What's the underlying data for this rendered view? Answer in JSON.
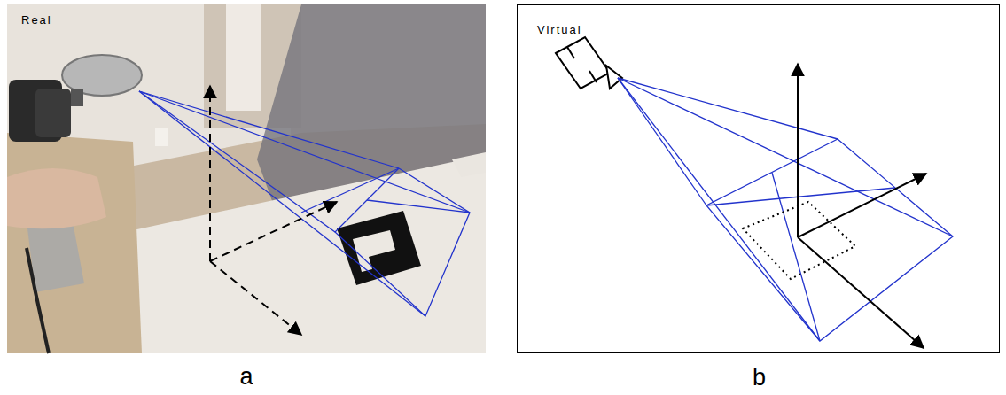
{
  "diagram": {
    "nodes": [
      {
        "text": [
          "Real",
          "a"
        ]
      },
      {
        "text": [
          "Virtual",
          "b"
        ]
      }
    ]
  }
}
